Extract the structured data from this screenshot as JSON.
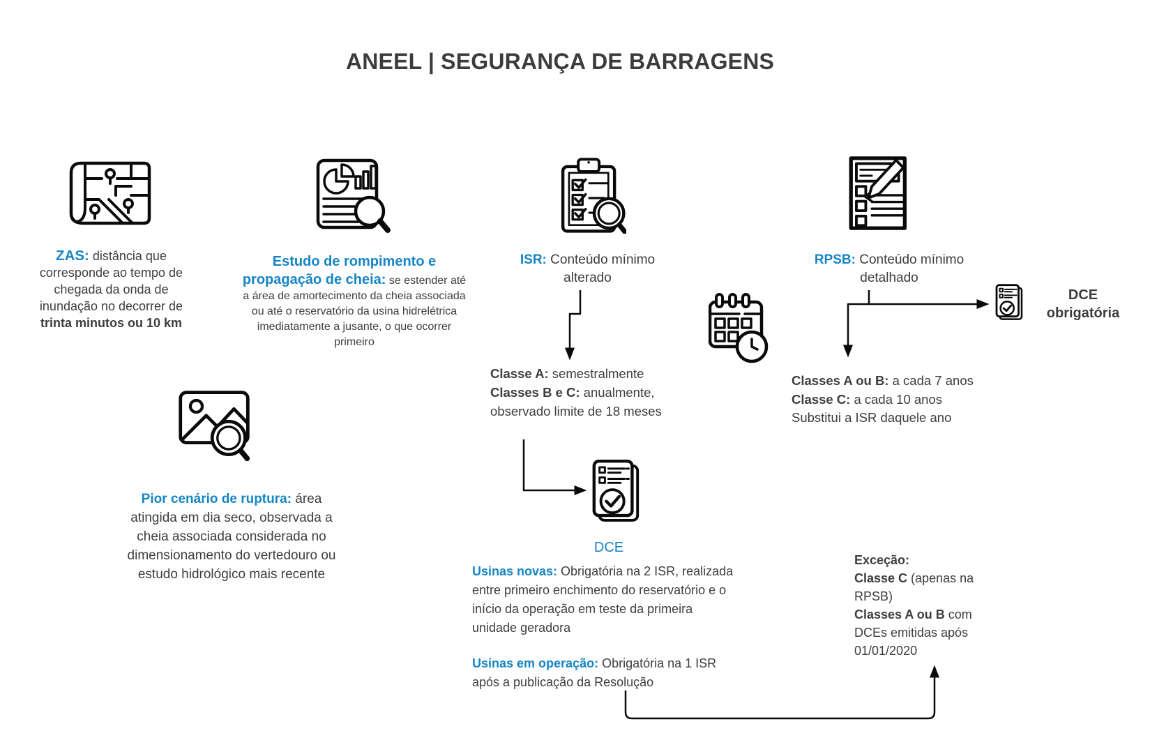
{
  "title": "ANEEL | SEGURANÇA DE BARRAGENS",
  "colors": {
    "accent_blue": "#1585c5",
    "text_dark": "#3d3d3d",
    "title_dark": "#3c3c3c",
    "icon_black": "#0a0a0a"
  },
  "icons": {
    "zas": "map-with-pins-icon",
    "estudo": "report-chart-magnifier-icon",
    "isr": "clipboard-checklist-magnifier-icon",
    "rpsb": "document-pencil-icon",
    "periodicidade": "calendar-clock-icon",
    "pior_cenario": "image-magnifier-icon",
    "dce": "document-check-icon",
    "dce_obrigatoria": "document-check-icon"
  },
  "sections": {
    "zas": {
      "label": "ZAS:",
      "text": " distância que corresponde ao tempo de chegada da onda de inundação no decorrer de ",
      "bold_text": "trinta minutos ou 10 km"
    },
    "estudo": {
      "label": "Estudo de rompimento e propagação de cheia:",
      "text": " se estender até a área de amortecimento da cheia associada ou até o reservatório da usina hidrelétrica imediatamente a jusante, o que ocorrer primeiro"
    },
    "isr": {
      "label": "ISR:",
      "text": " Conteúdo mínimo alterado",
      "frequencia": [
        {
          "label": "Classe A:",
          "text": " semestralmente"
        },
        {
          "label": "Classes B e C:",
          "text": " anualmente, observado limite de 18 meses"
        }
      ]
    },
    "rpsb": {
      "label": "RPSB:",
      "text": " Conteúdo mínimo detalhado",
      "frequencia": [
        {
          "label": "Classes A ou B:",
          "text": " a cada 7 anos"
        },
        {
          "label": "Classe C:",
          "text": " a cada 10 anos"
        },
        {
          "label": "",
          "text": "Substitui a ISR daquele ano"
        }
      ],
      "dce_obrigatoria": "DCE obrigatória"
    },
    "pior_cenario": {
      "label": "Pior cenário de ruptura:",
      "text": " área atingida em dia seco, observada a cheia associada considerada no dimensionamento do vertedouro ou estudo hidrológico mais recente"
    },
    "dce": {
      "heading": "DCE",
      "usinas_novas": {
        "label": "Usinas novas:",
        "text": " Obrigatória na 2 ISR, realizada entre primeiro enchimento do reservatório e o início da operação em teste da primeira unidade geradora"
      },
      "usinas_em_operacao": {
        "label": "Usinas em operação:",
        "text": " Obrigatória na 1 ISR após a publicação da Resolução"
      }
    },
    "excecao": {
      "heading": "Exceção:",
      "items": [
        {
          "label": "Classe C",
          "text": " (apenas na RPSB)"
        },
        {
          "label": "Classes A ou B",
          "text": " com DCEs emitidas após 01/01/2020"
        }
      ]
    }
  }
}
